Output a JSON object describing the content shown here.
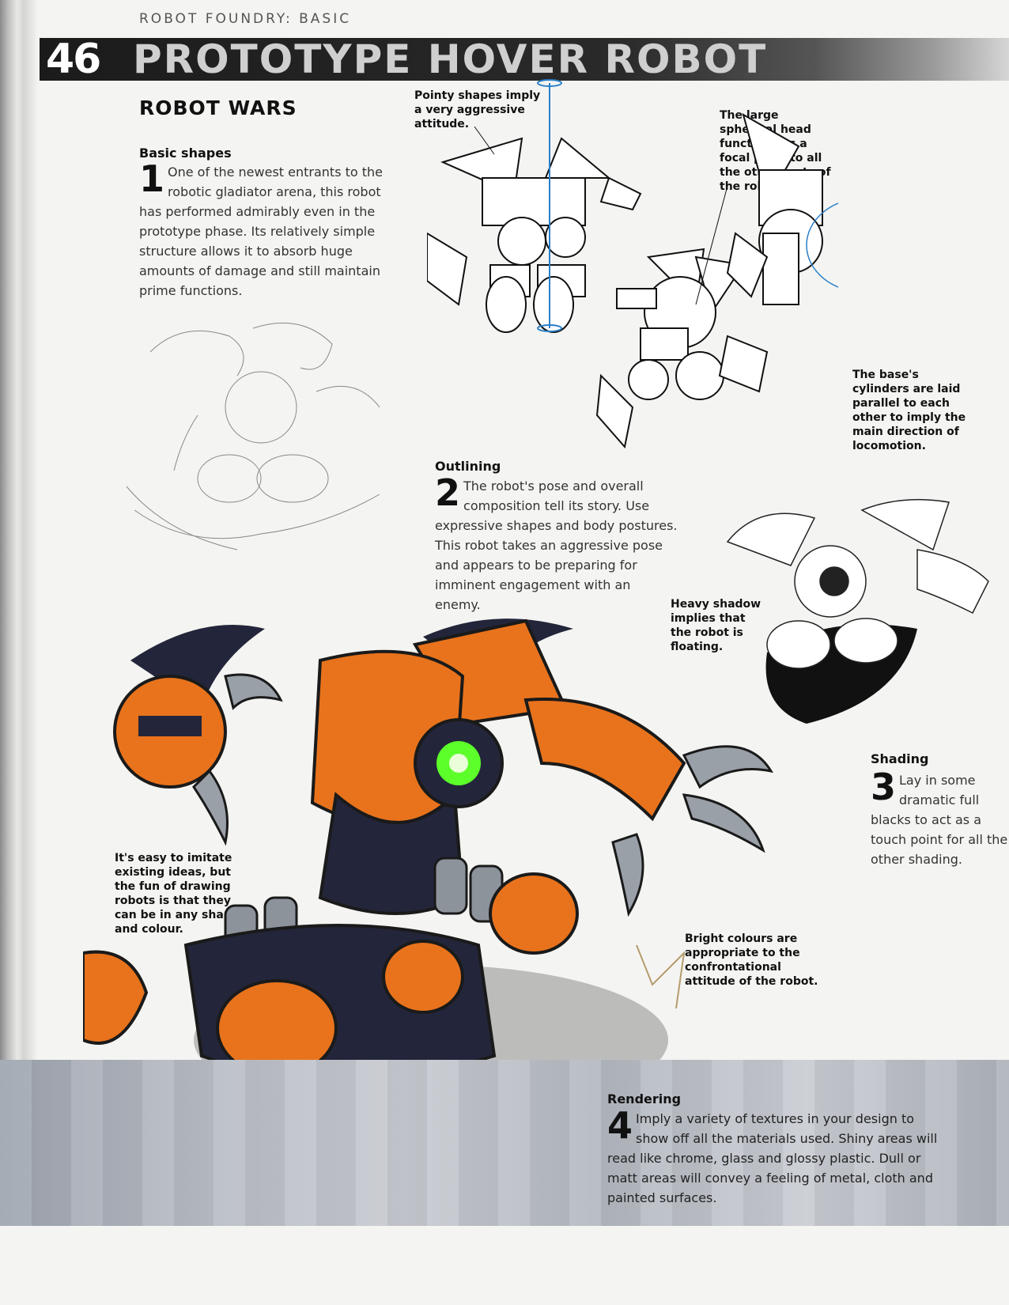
{
  "running_head": "ROBOT FOUNDRY: BASIC",
  "title": {
    "number": "46",
    "text": "PROTOTYPE HOVER ROBOT"
  },
  "section_heading": "ROBOT WARS",
  "steps": [
    {
      "title": "Basic shapes",
      "number": "1",
      "text": "One of the newest entrants to the robotic gladiator arena, this robot has performed admirably even in the prototype phase. Its relatively simple structure allows it to absorb huge amounts of damage and still maintain prime functions."
    },
    {
      "title": "Outlining",
      "number": "2",
      "text": "The robot's pose and overall composition tell its story. Use expressive shapes and body postures. This robot takes an aggressive pose and appears to be preparing for imminent engagement with an enemy."
    },
    {
      "title": "Shading",
      "number": "3",
      "text": "Lay in some dramatic full blacks to act as a touch point for all the other shading."
    },
    {
      "title": "Rendering",
      "number": "4",
      "text": "Imply a variety of textures in your design to show off all the materials used. Shiny areas will read like chrome, glass and glossy plastic. Dull or matt areas will convey a feeling of metal, cloth and painted surfaces."
    }
  ],
  "callouts": {
    "pointy": "Pointy shapes imply a very aggressive attitude.",
    "spherical": "The large spherical head functions as a focal point to all the other parts of the robot.",
    "cylinders": "The base's cylinders are laid parallel to each other to imply the main direction of locomotion.",
    "shadow": "Heavy shadow implies that the robot is floating.",
    "imitate": "It's easy to imitate existing ideas, but the fun of drawing robots is that they can be in any shape and colour.",
    "colours": "Bright colours are appropriate to the confrontational attitude of the robot."
  },
  "colors": {
    "orange": "#e8731c",
    "navy": "#23263a",
    "eye_green": "#5cff2a",
    "band": "#b8bcc4"
  }
}
